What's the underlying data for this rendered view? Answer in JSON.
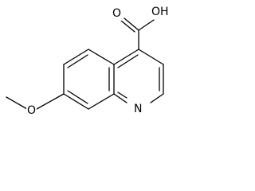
{
  "molecule": {
    "labels": {
      "hydroxyl": "OH",
      "carbonyl_oxygen": "O",
      "methoxy_oxygen": "O",
      "ring_nitrogen": "N"
    }
  }
}
